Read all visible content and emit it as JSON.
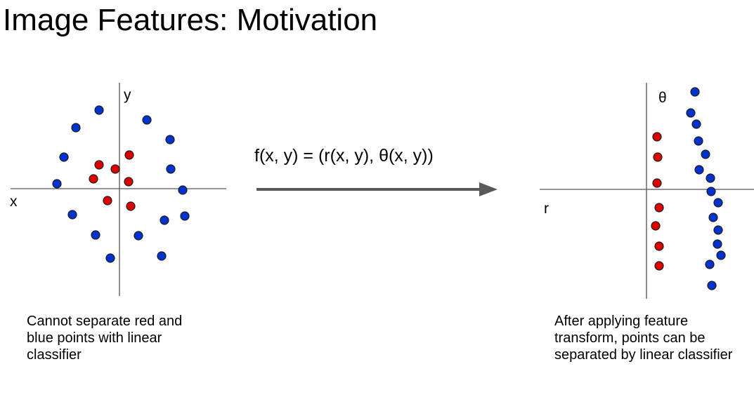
{
  "title": "Image Features: Motivation",
  "formula": "f(x, y) = (r(x, y), θ(x, y))",
  "left_plot": {
    "x_label": "x",
    "y_label": "y",
    "caption": "Cannot separate red and blue points with linear classifier"
  },
  "right_plot": {
    "x_label": "r",
    "y_label": "θ",
    "caption": "After applying feature transform, points can be separated by linear classifier"
  },
  "colors": {
    "red_point": "#dd0000",
    "blue_point": "#0033cc",
    "point_outline": "#1a1a1a",
    "axis": "#555555",
    "arrow": "#595959"
  }
}
